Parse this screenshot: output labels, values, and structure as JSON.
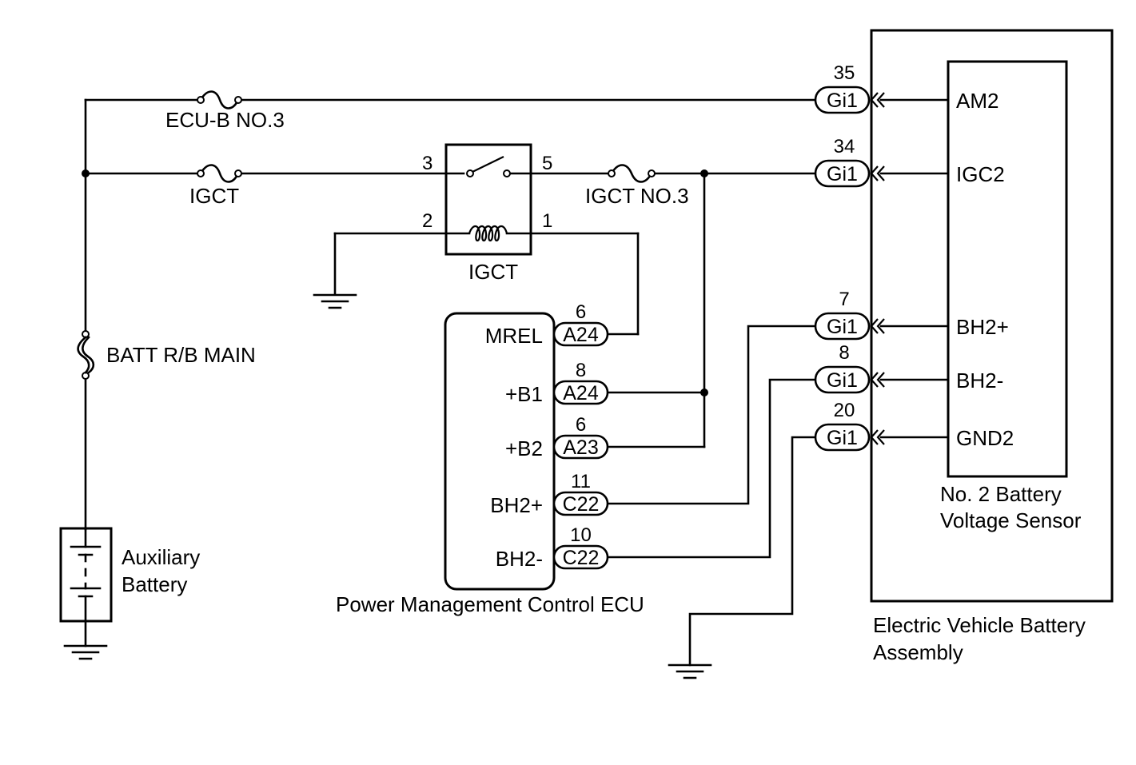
{
  "fuses": {
    "ecu_b_no3": "ECU-B NO.3",
    "igct": "IGCT",
    "igct_no3": "IGCT NO.3",
    "batt_rb_main": "BATT R/B MAIN"
  },
  "relay": {
    "label": "IGCT",
    "pin_3": "3",
    "pin_5": "5",
    "pin_2": "2",
    "pin_1": "1"
  },
  "auxiliary_battery": {
    "line1": "Auxiliary",
    "line2": "Battery"
  },
  "ecu": {
    "name": "Power Management Control ECU",
    "terminals": [
      {
        "name": "MREL",
        "connector": "A24",
        "pin": "6"
      },
      {
        "name": "+B1",
        "connector": "A24",
        "pin": "8"
      },
      {
        "name": "+B2",
        "connector": "A23",
        "pin": "6"
      },
      {
        "name": "BH2+",
        "connector": "C22",
        "pin": "11"
      },
      {
        "name": "BH2-",
        "connector": "C22",
        "pin": "10"
      }
    ]
  },
  "ev_battery": {
    "assembly_line1": "Electric Vehicle Battery",
    "assembly_line2": "Assembly",
    "sensor_line1": "No. 2 Battery",
    "sensor_line2": "Voltage Sensor",
    "terminals": [
      {
        "name": "AM2",
        "connector": "Gi1",
        "pin": "35"
      },
      {
        "name": "IGC2",
        "connector": "Gi1",
        "pin": "34"
      },
      {
        "name": "BH2+",
        "connector": "Gi1",
        "pin": "7"
      },
      {
        "name": "BH2-",
        "connector": "Gi1",
        "pin": "8"
      },
      {
        "name": "GND2",
        "connector": "Gi1",
        "pin": "20"
      }
    ]
  }
}
